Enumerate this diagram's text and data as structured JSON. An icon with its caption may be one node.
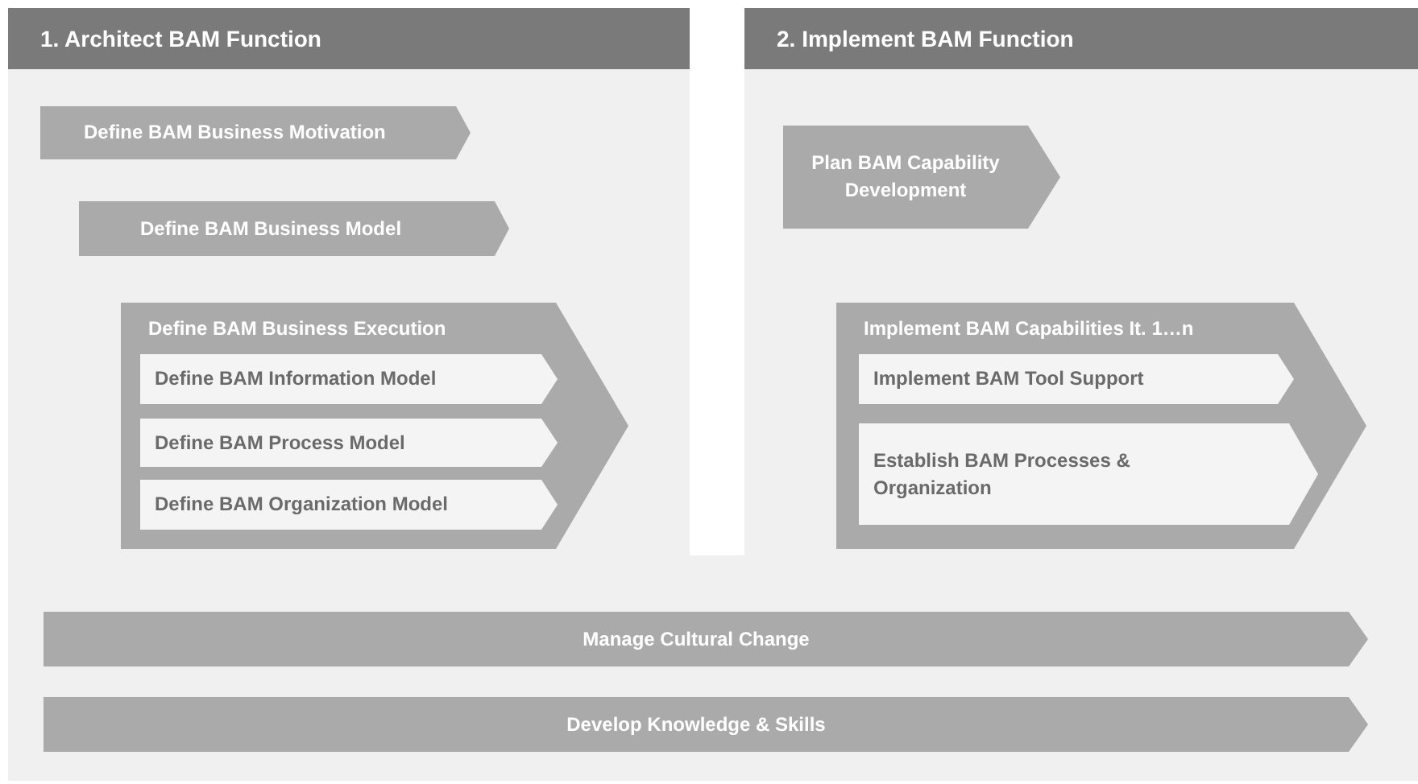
{
  "diagram": {
    "nodes": [
      {
        "text": [
          "1. Architect BAM Function"
        ]
      },
      {
        "text": [
          "Define BAM Business Motivation"
        ],
        "in": 0
      },
      {
        "text": [
          "Define BAM Business Model"
        ],
        "in": 0
      },
      {
        "text": [
          "Define BAM Business Execution"
        ],
        "in": 0
      },
      {
        "text": [
          "Define BAM Information Model"
        ],
        "in": 3
      },
      {
        "text": [
          "Define BAM Process Model"
        ],
        "in": 3
      },
      {
        "text": [
          "Define BAM Organization Model"
        ],
        "in": 3
      },
      {
        "text": [
          "2. Implement BAM Function"
        ]
      },
      {
        "text": [
          "Plan BAM Capability Development"
        ],
        "in": 7
      },
      {
        "text": [
          "Implement BAM Capabilities It. 1…n"
        ],
        "in": 7
      },
      {
        "text": [
          "Implement BAM Tool Support"
        ],
        "in": 9
      },
      {
        "text": [
          "Establish BAM Processes & Organization"
        ],
        "in": 9
      },
      {
        "text": [
          "Manage Cultural Change"
        ]
      },
      {
        "text": [
          "Develop Knowledge & Skills"
        ]
      }
    ]
  }
}
